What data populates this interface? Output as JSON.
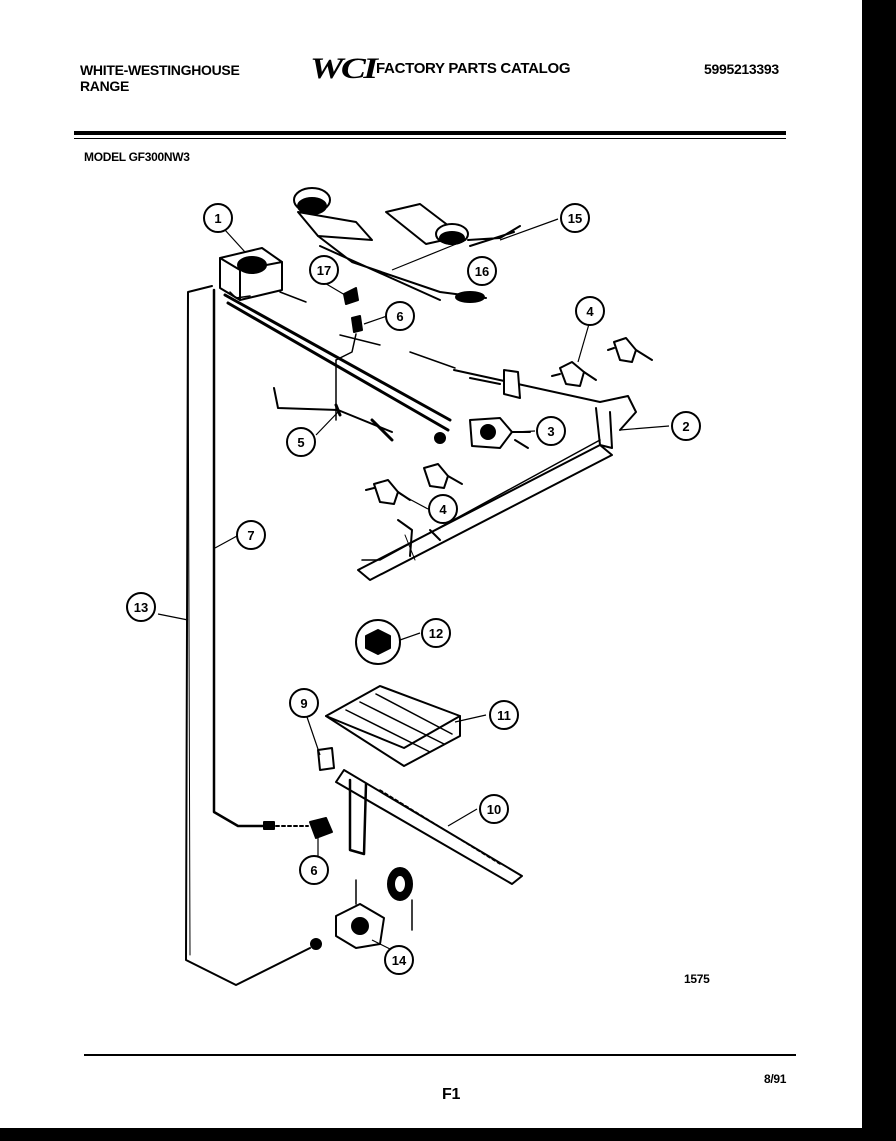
{
  "header": {
    "brand_line1": "WHITE-WESTINGHOUSE",
    "brand_line2": "RANGE",
    "logo": "WCI",
    "catalog_title": "FACTORY PARTS CATALOG",
    "part_number": "5995213393",
    "model": "MODEL GF300NW3"
  },
  "callouts": [
    "1",
    "2",
    "3",
    "4",
    "4",
    "5",
    "6",
    "6",
    "7",
    "9",
    "10",
    "11",
    "12",
    "13",
    "14",
    "15",
    "16",
    "17"
  ],
  "footer": {
    "figure_number": "1575",
    "page_code": "F1",
    "date": "8/91"
  }
}
